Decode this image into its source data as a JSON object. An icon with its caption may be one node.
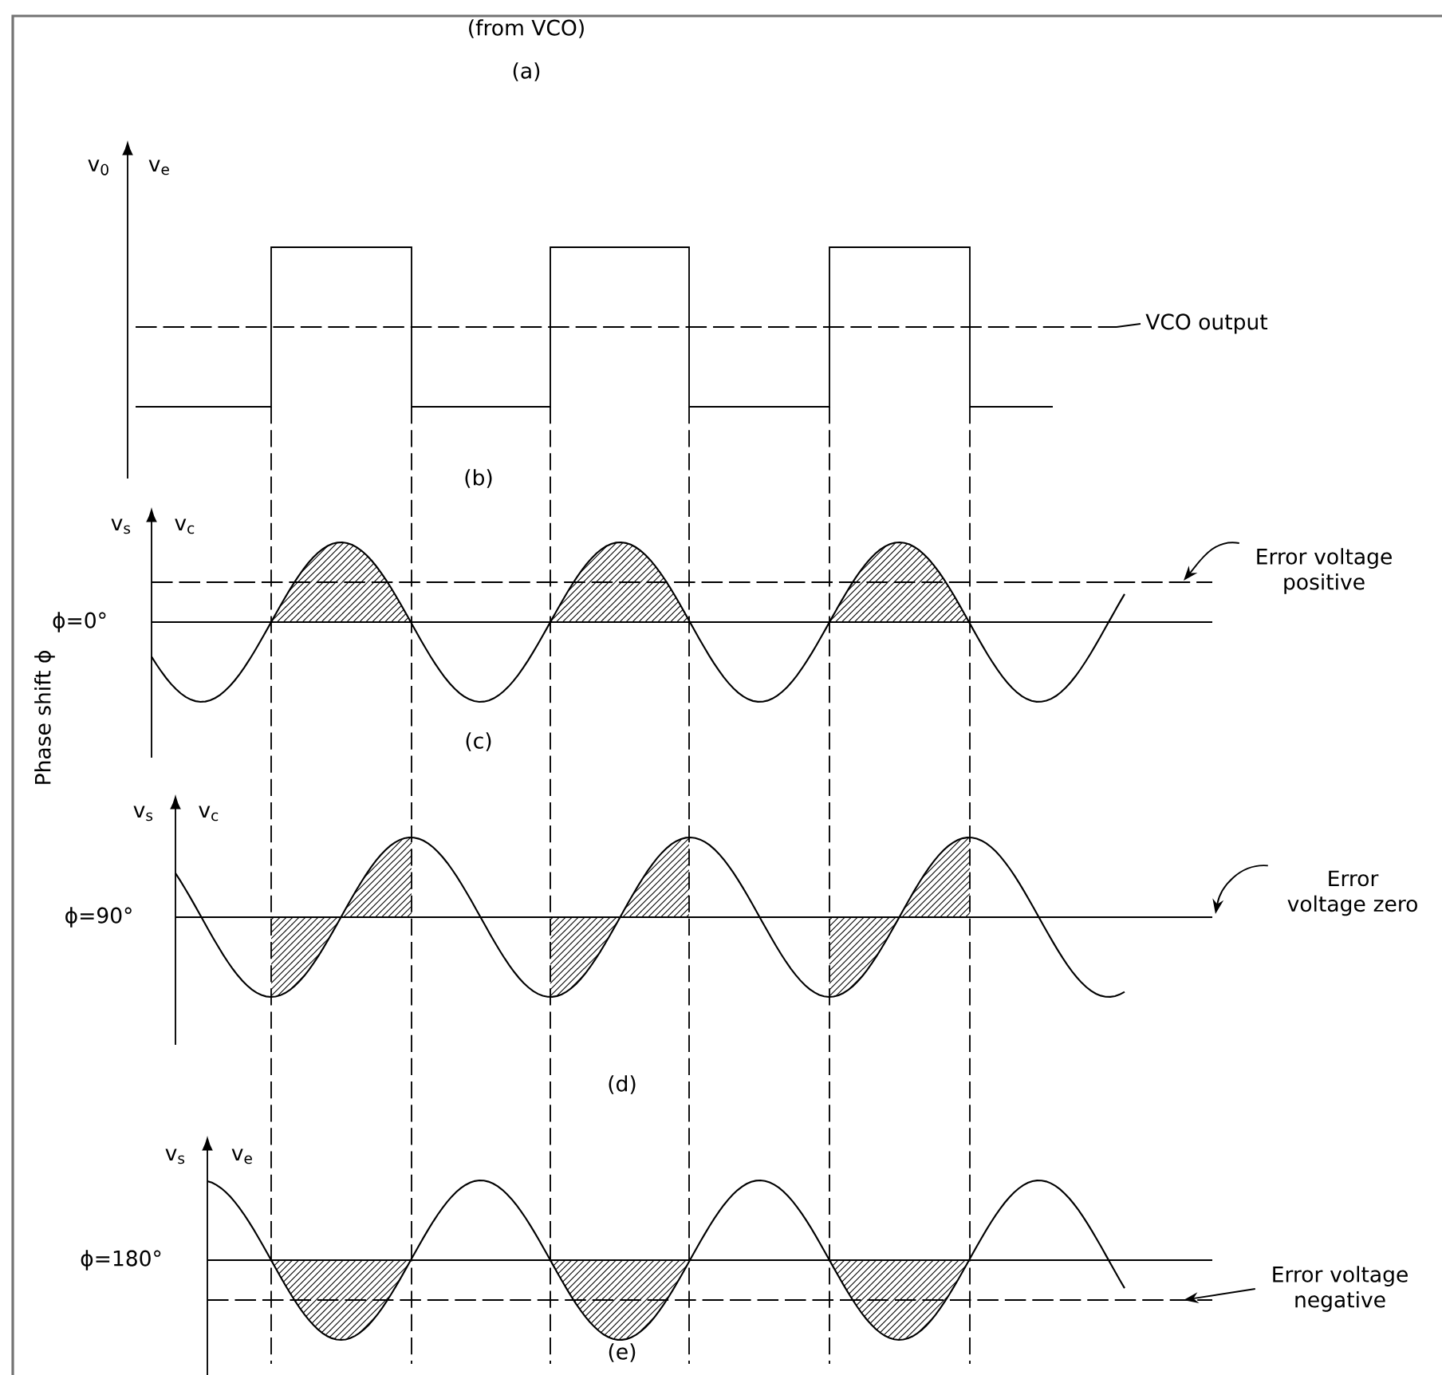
{
  "diagram": {
    "nodes": [
      {
        "text": [
          "VCO output"
        ]
      },
      {
        "text": [
          "Error voltage positive"
        ]
      },
      {
        "text": [
          "Error voltage zero"
        ]
      },
      {
        "text": [
          "Error voltage negative"
        ]
      }
    ],
    "edges": [
      {
        "from": 0,
        "to": null,
        "arrow": "none"
      },
      {
        "from": 1,
        "to": null,
        "arrow": "to"
      },
      {
        "from": 2,
        "to": null,
        "arrow": "to"
      },
      {
        "from": 3,
        "to": null,
        "arrow": "to"
      }
    ],
    "labels": [
      "(from VCO)",
      "(a)",
      "v$_{0}$",
      "v$_{e}$",
      "(b)",
      "v$_{s}$",
      "v$_{c}$",
      "Phase shift ϕ",
      "ϕ=0°",
      "(c)",
      "v$_{s}$",
      "v$_{c}$",
      "ϕ=90°",
      "(d)",
      "v$_{s}$",
      "v$_{e}$",
      "ϕ=180°",
      "(e)"
    ]
  }
}
